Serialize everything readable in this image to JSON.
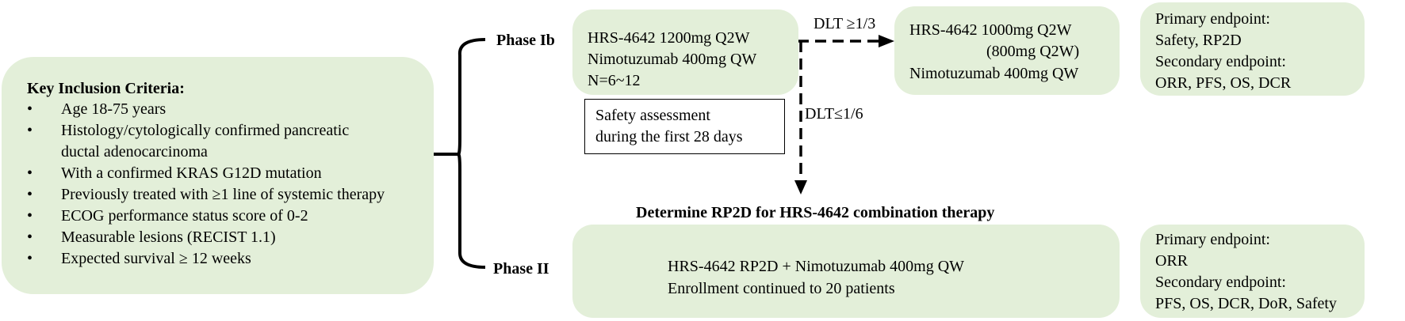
{
  "inclusion": {
    "title": "Key Inclusion Criteria:",
    "bullet": "•",
    "items": [
      "Age 18-75 years",
      "Histology/cytologically confirmed pancreatic",
      "ductal adenocarcinoma",
      "With a confirmed KRAS G12D mutation",
      "Previously treated with ≥1 line of systemic therapy",
      "ECOG performance status score of 0-2",
      "Measurable lesions (RECIST 1.1)",
      "Expected survival ≥ 12 weeks"
    ]
  },
  "phase1": {
    "label": "Phase Ib",
    "arm": [
      "HRS-4642 1200mg Q2W",
      "Nimotuzumab 400mg QW",
      "N=6~12"
    ],
    "dlt_high": "DLT ≥1/3",
    "dlt_low": "DLT≤1/6",
    "deescalation": [
      "HRS-4642 1000mg Q2W",
      "(800mg Q2W)",
      "Nimotuzumab 400mg QW"
    ],
    "safety": [
      "Safety assessment",
      "during the first 28 days"
    ],
    "endpoints": [
      "Primary endpoint:",
      "Safety, RP2D",
      "Secondary endpoint:",
      "ORR, PFS, OS, DCR"
    ]
  },
  "rp2d_heading": "Determine RP2D for HRS-4642 combination therapy",
  "phase2": {
    "label": "Phase II",
    "arm": [
      "HRS-4642 RP2D + Nimotuzumab 400mg QW",
      "Enrollment continued to 20 patients"
    ],
    "endpoints": [
      "Primary endpoint:",
      "ORR",
      "Secondary endpoint:",
      "PFS, OS, DCR,  DoR,  Safety"
    ]
  }
}
